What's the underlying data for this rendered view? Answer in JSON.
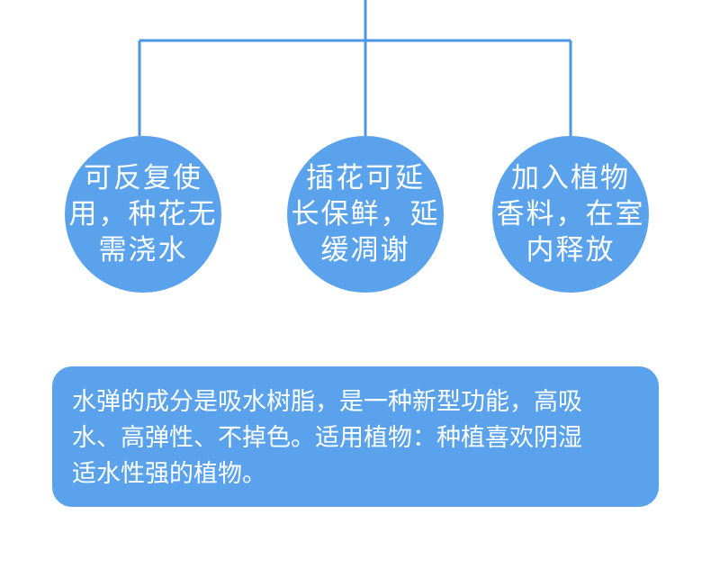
{
  "colors": {
    "accent": "#5aa3ec",
    "line": "#4b95e4",
    "text": "#ffffff",
    "background": "#ffffff"
  },
  "features": [
    {
      "label": "可反复使\n用，种花无\n需浇水"
    },
    {
      "label": "插花可延\n长保鲜，延\n缓凋谢"
    },
    {
      "label": "加入植物\n香料，在室\n内释放"
    }
  ],
  "description": {
    "lines": [
      "水弹的成分是吸水树脂，是一种新型功能，高吸",
      "水、高弹性、不掉色。适用植物：种植喜欢阴湿",
      "适水性强的植物。"
    ]
  }
}
